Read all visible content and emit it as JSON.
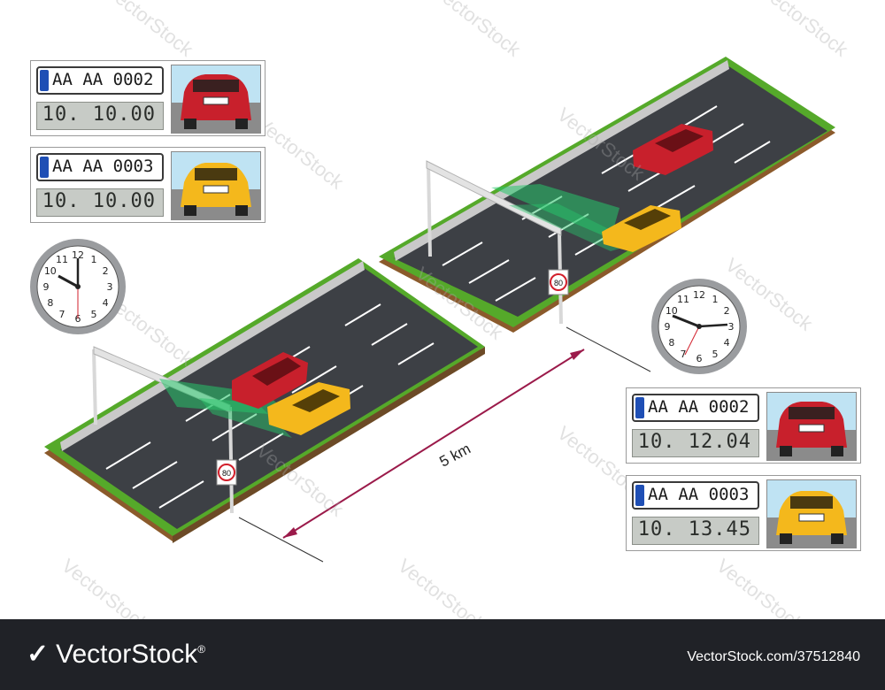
{
  "cards_left": [
    {
      "plate": "AA  AA 0002",
      "time": "10. 10.00",
      "car_color": "#c8202c"
    },
    {
      "plate": "AA  AA 0003",
      "time": "10. 10.00",
      "car_color": "#f4b81c"
    }
  ],
  "cards_right": [
    {
      "plate": "AA  AA 0002",
      "time": "10. 12.04",
      "car_color": "#c8202c"
    },
    {
      "plate": "AA  AA 0003",
      "time": "10. 13.45",
      "car_color": "#f4b81c"
    }
  ],
  "clock_left": {
    "numbers": [
      "12",
      "1",
      "2",
      "3",
      "4",
      "5",
      "6",
      "7",
      "8",
      "9",
      "10",
      "11"
    ]
  },
  "clock_right": {
    "numbers": [
      "12",
      "1",
      "2",
      "3",
      "4",
      "5",
      "6",
      "7",
      "8",
      "9",
      "10",
      "11"
    ]
  },
  "speed_sign": "80",
  "distance_label": "5 km",
  "watermark": "VectorStock",
  "footer": {
    "logo_mark": "✓",
    "logo_text": "VectorStock",
    "registered": "®",
    "url": "VectorStock.com/37512840"
  },
  "colors": {
    "road": "#3d4045",
    "grass": "#55a92a",
    "red_car": "#c8202c",
    "yellow_car": "#f4b81c",
    "beam": "#27c46a",
    "arrow": "#9b1a4a"
  }
}
